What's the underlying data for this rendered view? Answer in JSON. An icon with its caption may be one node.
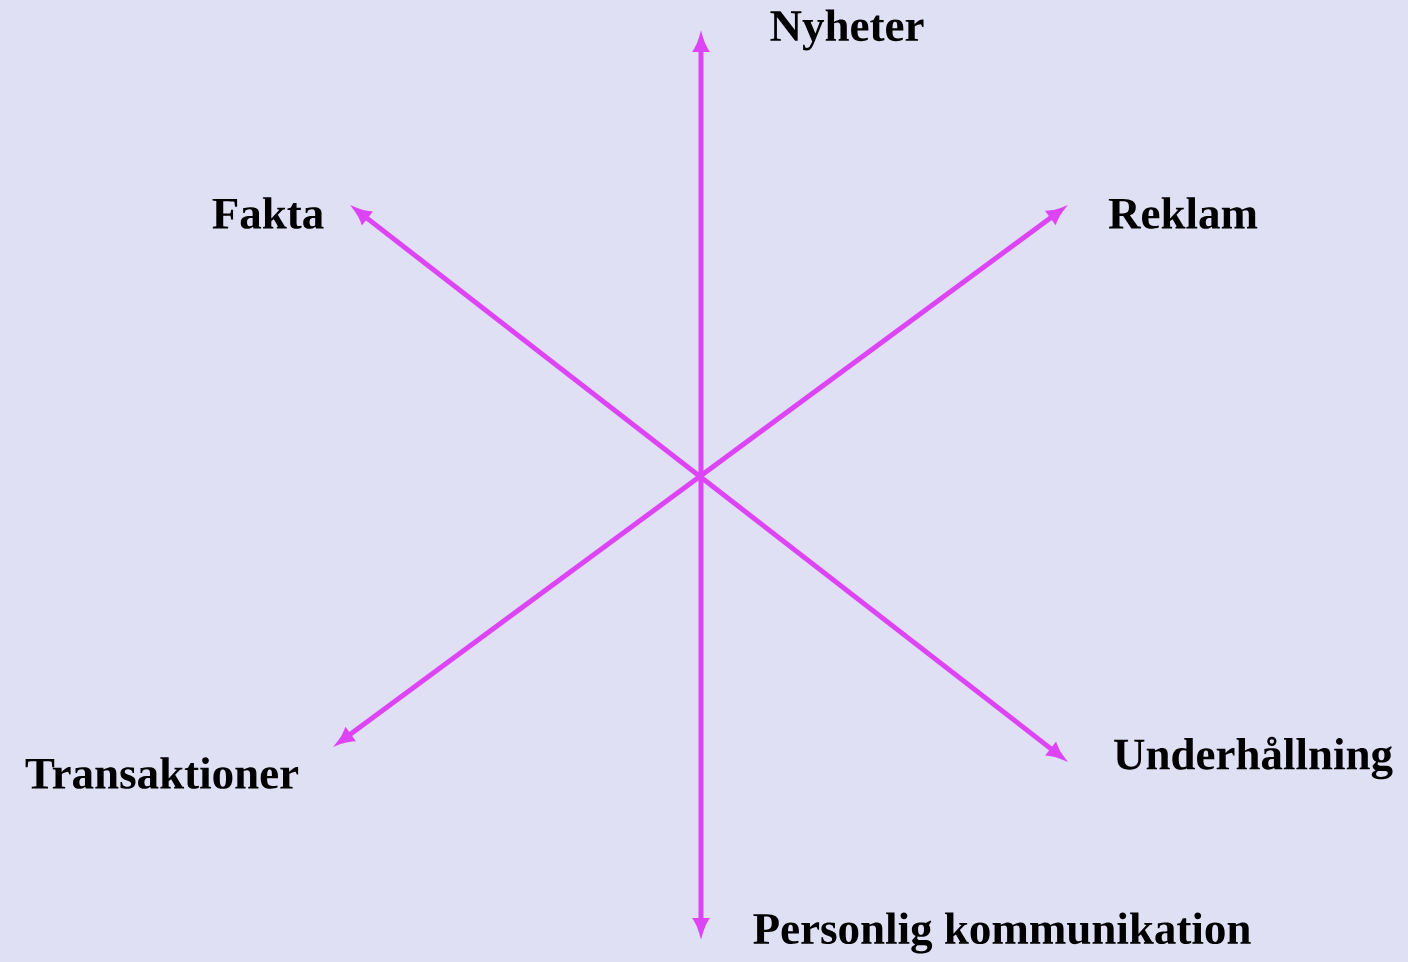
{
  "diagram": {
    "nodes": [
      {
        "text": [
          "Nyheter"
        ]
      },
      {
        "text": [
          "Fakta"
        ]
      },
      {
        "text": [
          "Reklam"
        ]
      },
      {
        "text": [
          "Transaktioner"
        ]
      },
      {
        "text": [
          "Underhållning"
        ]
      },
      {
        "text": [
          "Personlig kommunikation"
        ]
      }
    ],
    "edges": [
      {
        "from": 0,
        "to": 5,
        "arrow": "both"
      },
      {
        "from": 1,
        "to": 4,
        "arrow": "both"
      },
      {
        "from": 2,
        "to": 3,
        "arrow": "both"
      }
    ]
  }
}
